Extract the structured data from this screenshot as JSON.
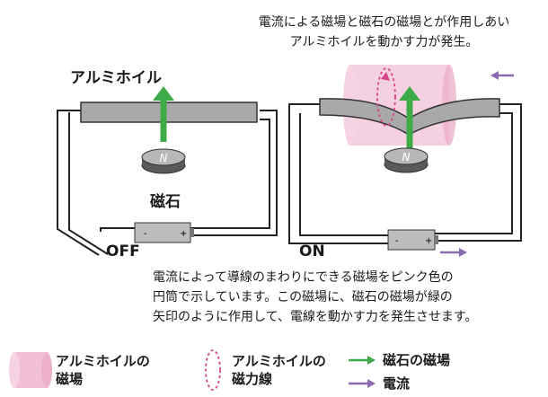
{
  "top_caption": {
    "line1": "電流による磁場と磁石の磁場とが作用しあい",
    "line2": "アルミホイルを動かす力が発生。"
  },
  "labels": {
    "foil": "アルミホイル",
    "magnet": "磁石",
    "off": "OFF",
    "on": "ON",
    "magnet_glyph": "N"
  },
  "battery_glyphs": {
    "minus": "-",
    "plus": "+"
  },
  "description": {
    "line1": "電流によって導線のまわりにできる磁場をピンク色の",
    "line2": "円筒で示しています。この磁場に、磁石の磁場が緑の",
    "line3": "矢印のように作用して、電線を動かす力を発生させます。"
  },
  "legend": {
    "pink_field_line1": "アルミホイルの",
    "pink_field_line2": "磁場",
    "field_line_line1": "アルミホイルの",
    "field_line_line2": "磁力線",
    "magnet_field": "磁石の磁場",
    "current": "電流"
  },
  "colors": {
    "green": "#3faa4a",
    "purple": "#8a6bb0",
    "pink": "#f2c0d6",
    "pink_dark": "#d7438a",
    "foil_gray": "#a9a9a9",
    "wire": "#222222"
  }
}
